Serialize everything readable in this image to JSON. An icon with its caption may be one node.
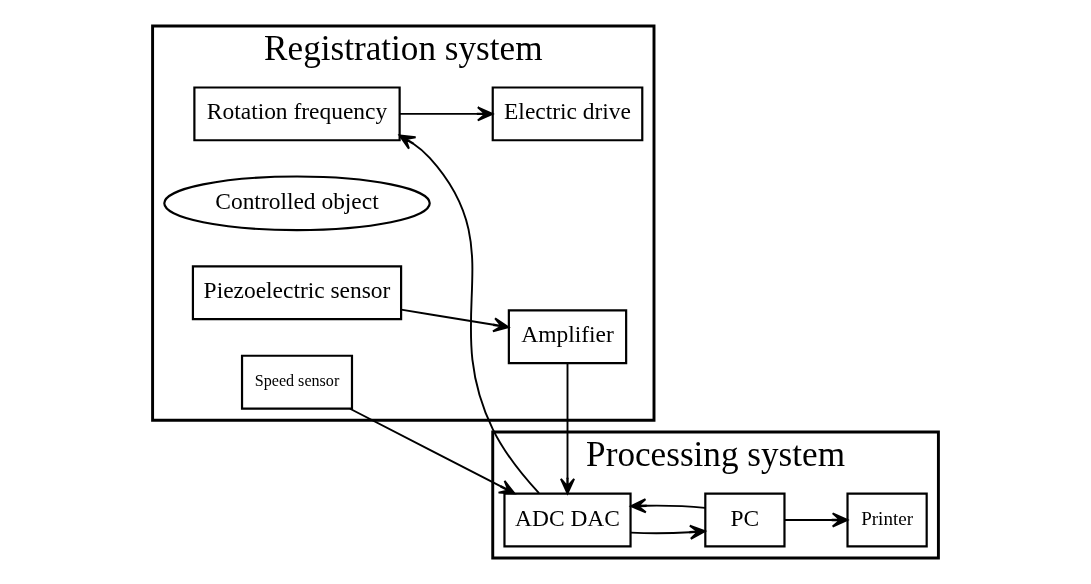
{
  "diagram": {
    "nodes": [
      {
        "text": [
          "Registration system"
        ]
      },
      {
        "text": [
          "Amplifier"
        ],
        "in": 0
      },
      {
        "text": [
          "Electric drive"
        ],
        "in": 0
      },
      {
        "text": [
          "Rotation frequency"
        ],
        "in": 0
      },
      {
        "text": [
          "Controlled object"
        ],
        "in": 0
      },
      {
        "text": [
          "Piezoelectric sensor"
        ],
        "in": 0
      },
      {
        "text": [
          "Speed sensor"
        ],
        "in": 0
      },
      {
        "text": [
          "Processing system"
        ]
      },
      {
        "text": [
          "ADC DAC"
        ],
        "in": 7
      },
      {
        "text": [
          "PC"
        ],
        "in": 7
      },
      {
        "text": [
          "Printer"
        ],
        "in": 7
      }
    ],
    "edges": [
      {
        "from": 5,
        "to": 1,
        "arrow": "to"
      },
      {
        "from": 6,
        "to": 8,
        "arrow": "to"
      },
      {
        "from": 1,
        "to": 8,
        "arrow": "to"
      },
      {
        "from": 8,
        "to": 9,
        "arrow": "to"
      },
      {
        "from": 9,
        "to": 8,
        "arrow": "to"
      },
      {
        "from": 8,
        "to": 3,
        "arrow": "to"
      },
      {
        "from": 3,
        "to": 2,
        "arrow": "to"
      },
      {
        "from": 9,
        "to": 10,
        "arrow": "to"
      }
    ]
  }
}
